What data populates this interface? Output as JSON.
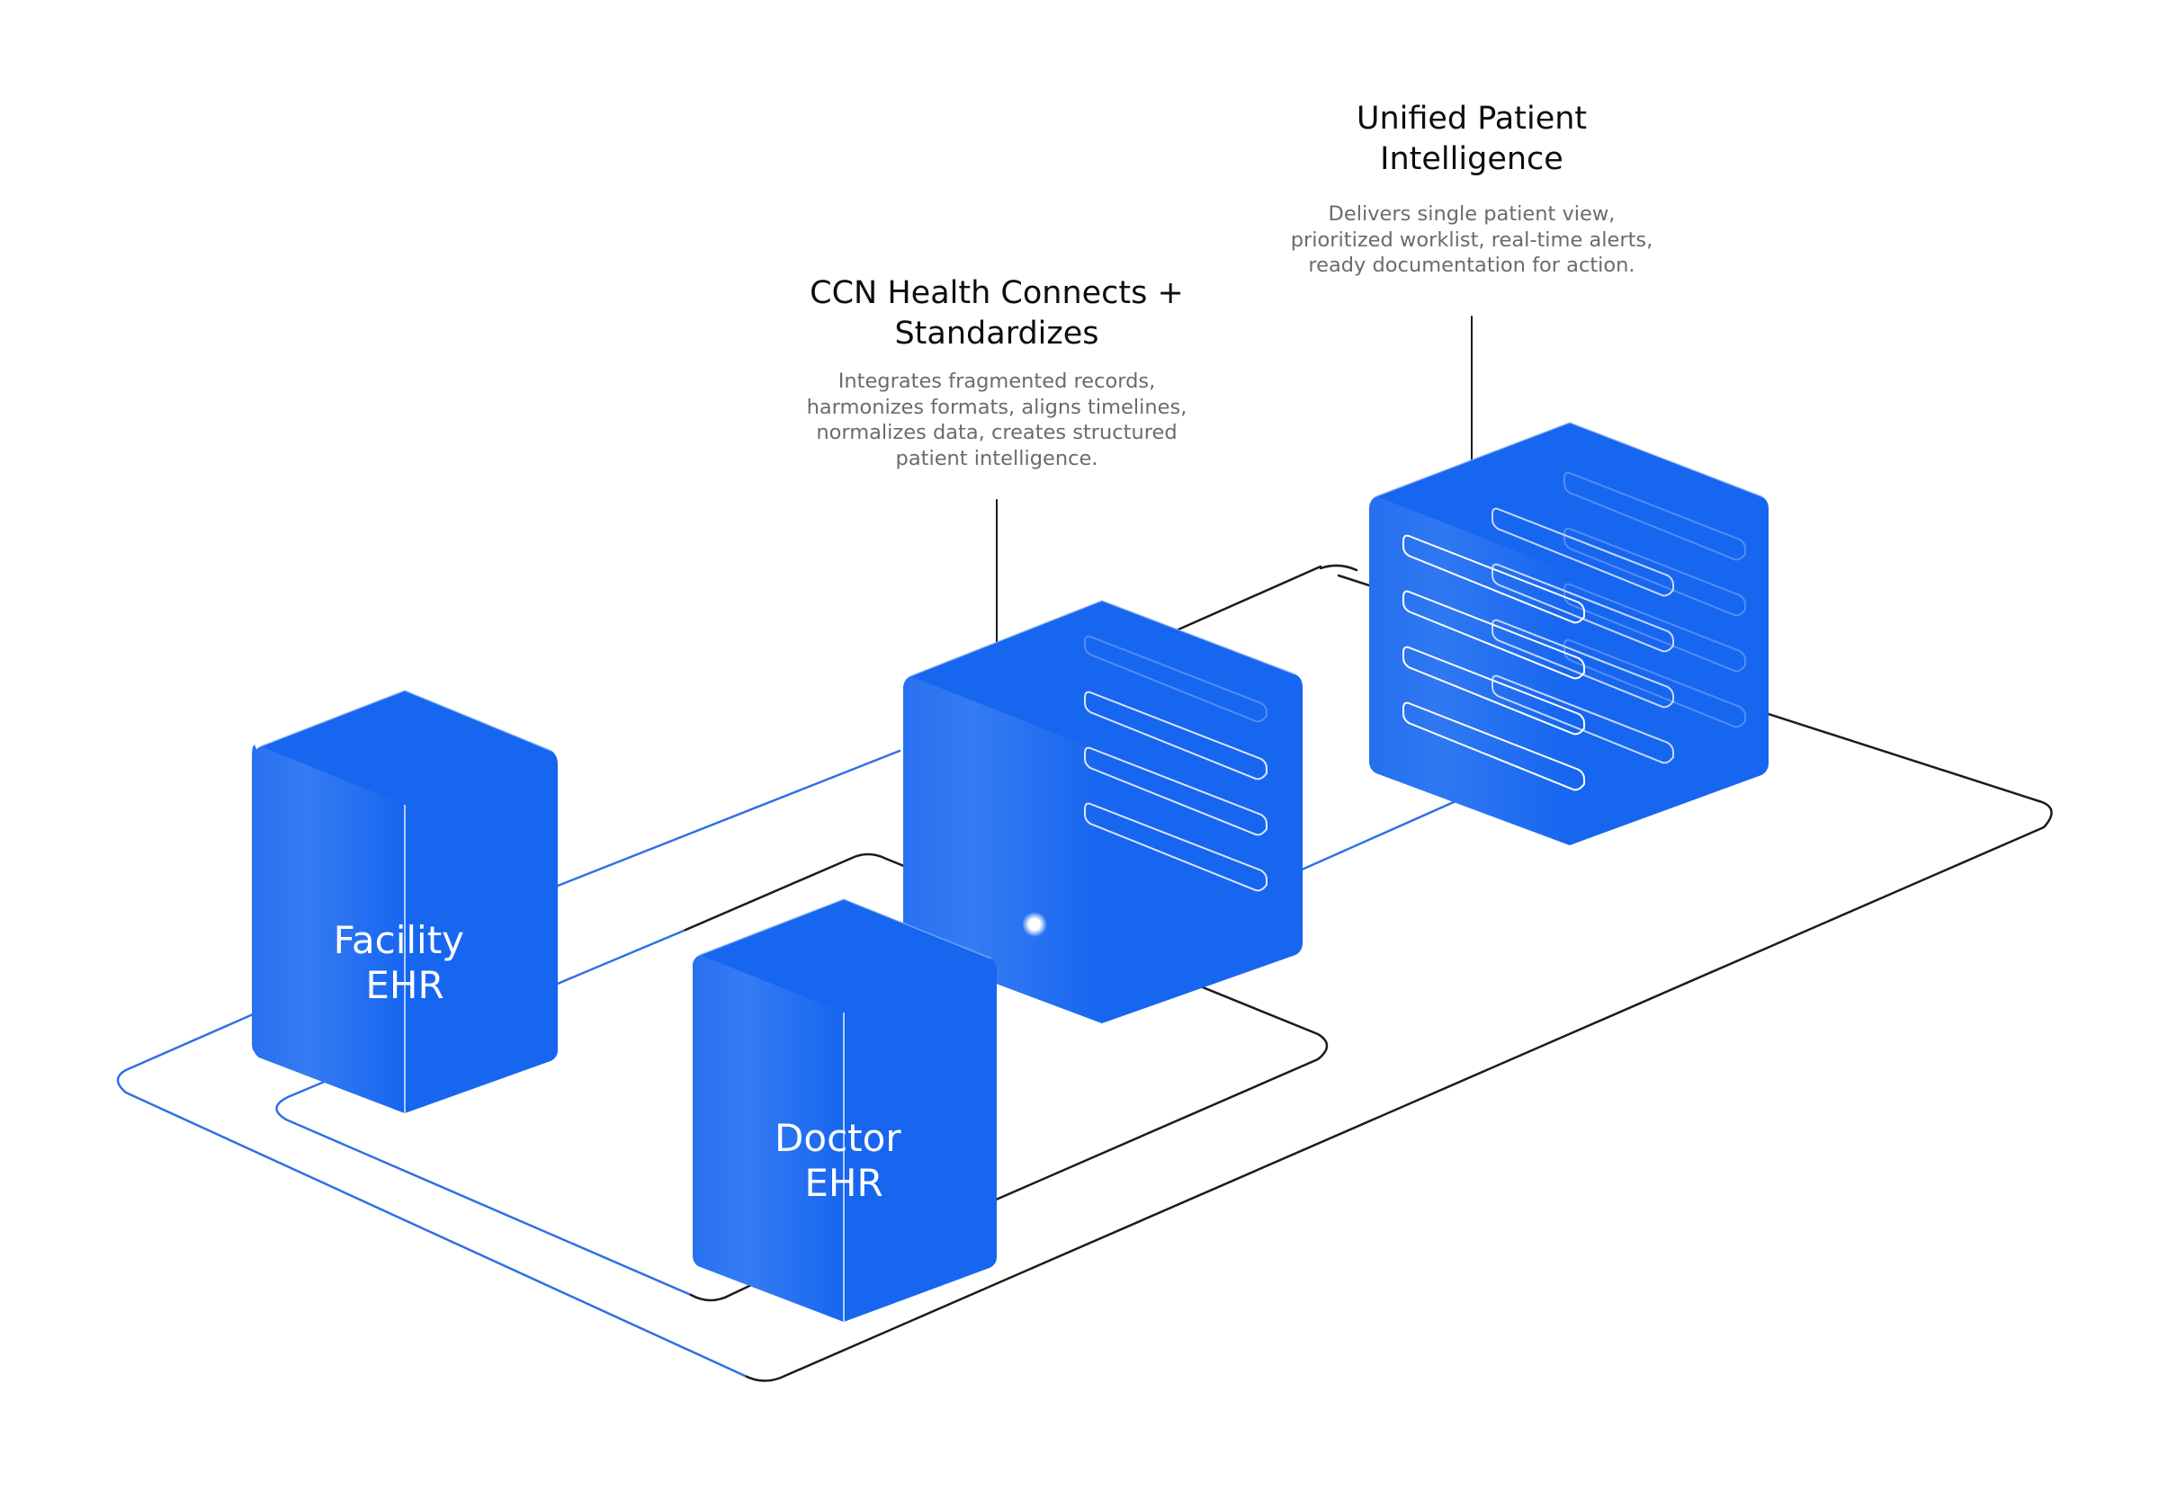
{
  "nodes": {
    "facility_ehr": {
      "label_lines": [
        "Facility",
        "EHR"
      ]
    },
    "doctor_ehr": {
      "label_lines": [
        "Doctor",
        "EHR"
      ]
    }
  },
  "callouts": {
    "ccn": {
      "title_lines": [
        "CCN Health Connects +",
        "Standardizes"
      ],
      "description_lines": [
        "Integrates fragmented records,",
        "harmonizes formats, aligns timelines,",
        "normalizes data, creates structured",
        "patient intelligence."
      ]
    },
    "unified": {
      "title_lines": [
        "Unified Patient",
        "Intelligence"
      ],
      "description_lines": [
        "Delivers single patient view,",
        "prioritized worklist, real-time alerts,",
        "ready documentation for action."
      ]
    }
  },
  "colors": {
    "accent_blue": "#1766f0",
    "line_dark": "#1b1b1b",
    "line_blue": "#2f6fe6",
    "text_dark": "#0d0d0d",
    "text_muted": "#6b6b6b"
  }
}
